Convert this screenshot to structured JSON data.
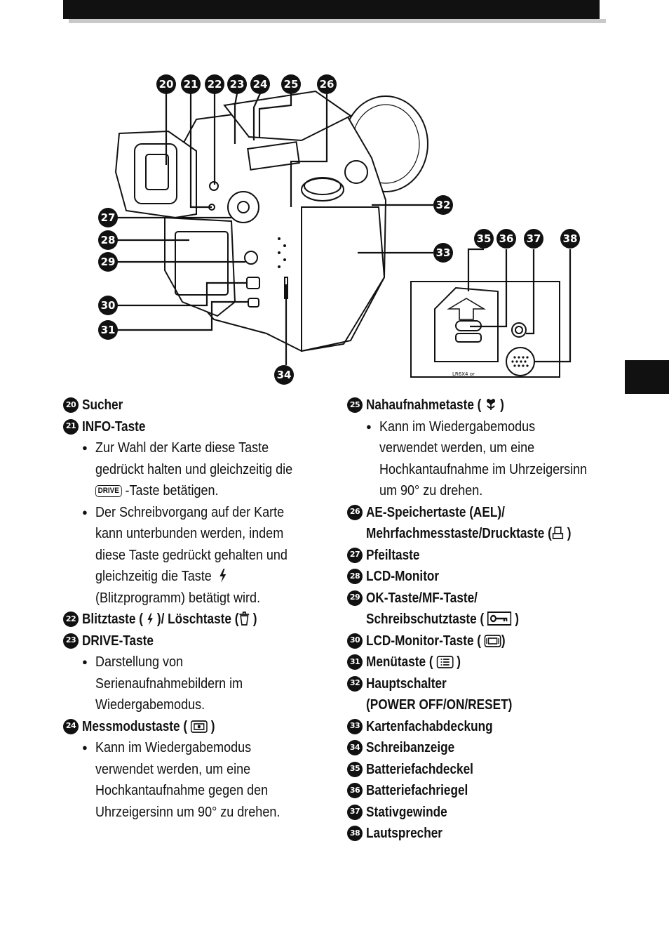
{
  "header": {
    "bar_color": "#111111"
  },
  "figure": {
    "callouts": [
      "20",
      "21",
      "22",
      "23",
      "24",
      "25",
      "26",
      "27",
      "28",
      "29",
      "30",
      "31",
      "32",
      "33",
      "34",
      "35",
      "36",
      "37",
      "38"
    ],
    "battery_label": "LR6X4 or"
  },
  "left": {
    "i20": {
      "num": "20",
      "title": "Sucher"
    },
    "i21": {
      "num": "21",
      "title": "INFO-Taste",
      "b1": {
        "l1": "Zur Wahl der Karte diese Taste",
        "l2": "gedrückt halten und gleichzeitig die",
        "key": "DRIVE",
        "l3": " -Taste betätigen."
      },
      "b2": {
        "l1": "Der Schreibvorgang auf der Karte",
        "l2": "kann unterbunden werden, indem",
        "l3": "diese Taste gedrückt gehalten und",
        "l4": "gleichzeitig  die Taste",
        "l5": "(Blitzprogramm) betätigt wird."
      }
    },
    "i22": {
      "num": "22",
      "title_a": "Blitztaste (",
      "title_b": ")/ Löschtaste (",
      "title_c": ")"
    },
    "i23": {
      "num": "23",
      "title": "DRIVE-Taste",
      "b1": {
        "l1": "Darstellung von",
        "l2": "Serienaufnahmebildern im",
        "l3": "Wiedergabemodus."
      }
    },
    "i24": {
      "num": "24",
      "title_a": "Messmodustaste (",
      "title_c": ")",
      "b1": {
        "l1": "Kann im Wiedergabemodus",
        "l2": "verwendet werden, um eine",
        "l3": "Hochkantaufnahme gegen den",
        "l4": "Uhrzeigersinn um 90° zu drehen."
      }
    }
  },
  "right": {
    "i25": {
      "num": "25",
      "title_a": "Nahaufnahmetaste (",
      "title_c": ")",
      "b1": {
        "l1": "Kann im Wiedergabemodus",
        "l2": "verwendet werden, um eine",
        "l3": "Hochkantaufnahme im Uhrzeigersinn",
        "l4": "um 90° zu drehen."
      }
    },
    "i26": {
      "num": "26",
      "l1": "AE-Speichertaste (AEL)/",
      "l2a": "Mehrfachmesstaste/Drucktaste (",
      "l2c": ")"
    },
    "i27": {
      "num": "27",
      "title": "Pfeiltaste"
    },
    "i28": {
      "num": "28",
      "title": "LCD-Monitor"
    },
    "i29": {
      "num": "29",
      "l1": "OK-Taste/MF-Taste/",
      "l2a": "Schreibschutztaste (",
      "l2c": ")"
    },
    "i30": {
      "num": "30",
      "title_a": "LCD-Monitor-Taste (",
      "title_c": ")"
    },
    "i31": {
      "num": "31",
      "title_a": "Menütaste (",
      "title_c": ")"
    },
    "i32": {
      "num": "32",
      "l1": "Hauptschalter",
      "l2": "(POWER OFF/ON/RESET)"
    },
    "i33": {
      "num": "33",
      "title": "Kartenfachabdeckung"
    },
    "i34": {
      "num": "34",
      "title": "Schreibanzeige"
    },
    "i35": {
      "num": "35",
      "title": "Batteriefachdeckel"
    },
    "i36": {
      "num": "36",
      "title": "Batteriefachriegel"
    },
    "i37": {
      "num": "37",
      "title": "Stativgewinde"
    },
    "i38": {
      "num": "38",
      "title": "Lautsprecher"
    }
  }
}
